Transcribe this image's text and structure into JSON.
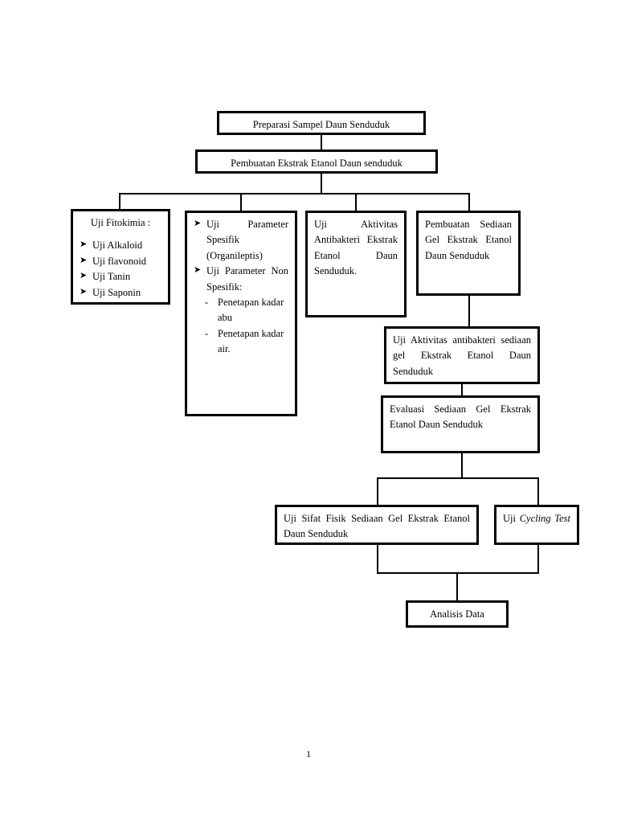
{
  "document": {
    "page_number": "1"
  },
  "flowchart": {
    "title": "Preparasi Sampel Daun Senduduk",
    "nodes": {
      "preparasi": {
        "label": "Preparasi Sampel Daun Senduduk"
      },
      "ekstrak": {
        "label": "Pembuatan Ekstrak Etanol Daun senduduk"
      },
      "fitokimia": {
        "heading": "Uji Fitokimia :",
        "bullet_glyph": "➤",
        "items": [
          "Uji Alkaloid",
          "Uji flavonoid",
          "Uji Tanin",
          "Uji Saponin"
        ]
      },
      "parameter": {
        "bullet_glyph": "➤",
        "dash_glyph": "-",
        "item1": "Uji Parameter Spesifik (Organileptis)",
        "item2": "Uji Parameter Non Spesifik:",
        "sub_items": [
          "Penetapan kadar abu",
          "Penetapan kadar air."
        ]
      },
      "antibakteri": {
        "label": "Uji Aktivitas Antibakteri Ekstrak Etanol Daun Senduduk."
      },
      "sediaan_gel": {
        "label": "Pembuatan Sediaan Gel Ekstrak Etanol Daun Senduduk"
      },
      "uji_gel": {
        "label": "Uji Aktivitas antibakteri sediaan gel Ekstrak Etanol Daun Senduduk"
      },
      "evaluasi": {
        "label": "Evaluasi Sediaan Gel Ekstrak Etanol Daun Senduduk"
      },
      "sifat_fisik": {
        "label": "Uji Sifat Fisik Sediaan Gel Ekstrak Etanol Daun Senduduk"
      },
      "cycling": {
        "prefix": "Uji",
        "italic": "Cycling Test"
      },
      "analisis": {
        "label": "Analisis Data"
      }
    },
    "colors": {
      "line": "#000000",
      "box_border": "#000000",
      "background": "#ffffff"
    }
  }
}
